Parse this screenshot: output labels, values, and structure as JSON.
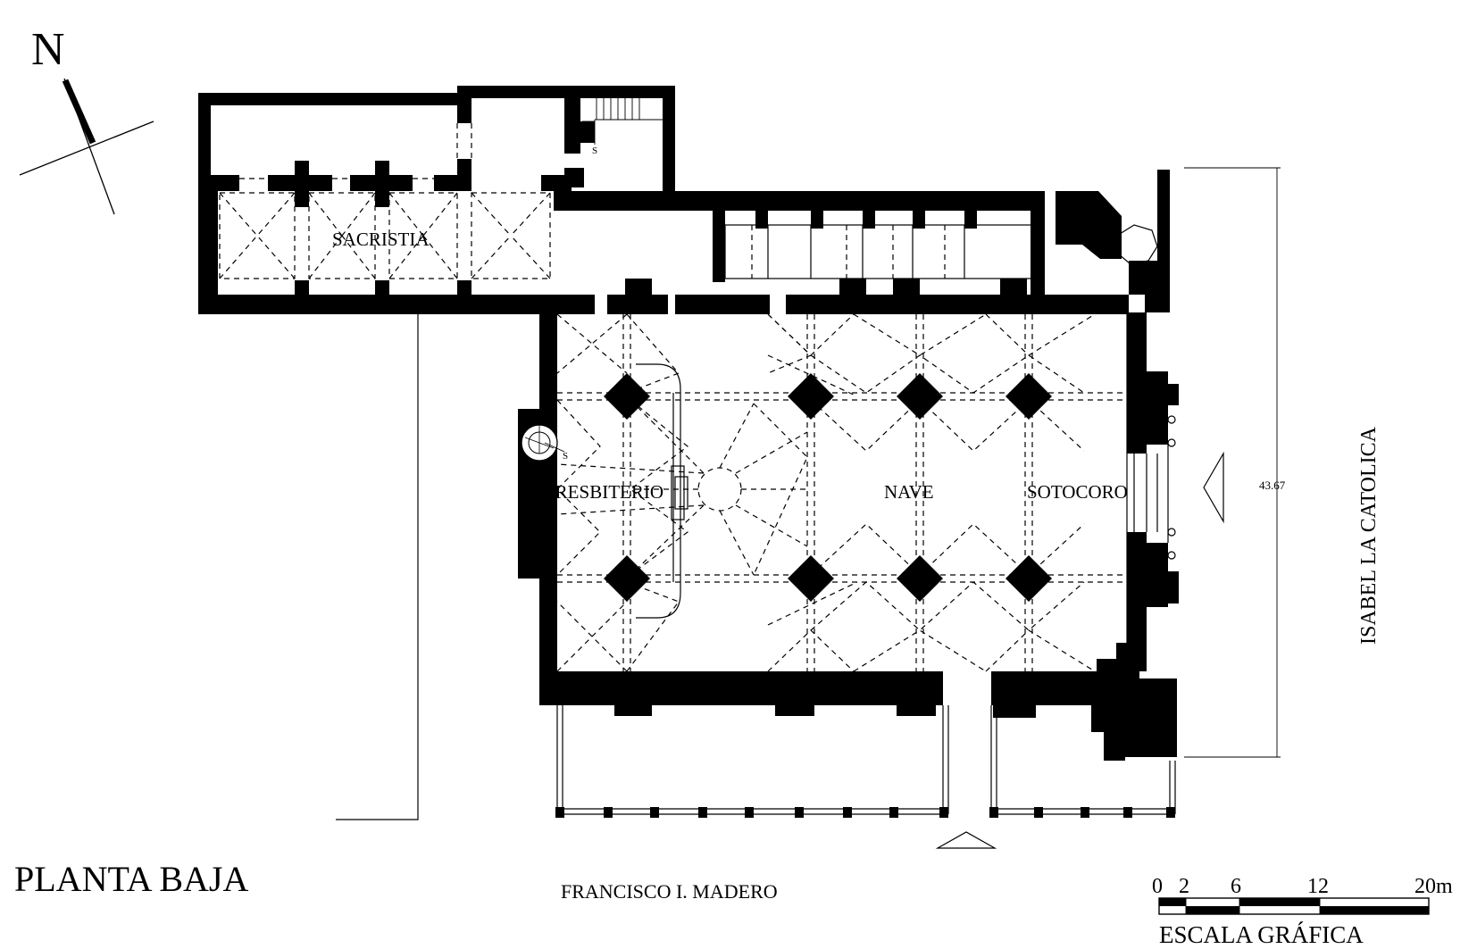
{
  "north_symbol": "N",
  "title": "PLANTA BAJA",
  "rooms": {
    "sacristy": "SACRISTIA",
    "presbytery": "PRESBITERIO",
    "nave": "NAVE",
    "lower_choir": "SOTOCORO"
  },
  "streets": {
    "south": "FRANCISCO I. MADERO",
    "east": "ISABEL LA CATOLICA"
  },
  "dimension_label": "43.67",
  "stair_marks": [
    "S",
    "S"
  ],
  "scale_bar": {
    "ticks": [
      "0",
      "2",
      "6",
      "12",
      "20m"
    ],
    "caption": "ESCALA GRÁFICA"
  },
  "colors": {
    "ink": "#000000",
    "paper": "#ffffff"
  }
}
